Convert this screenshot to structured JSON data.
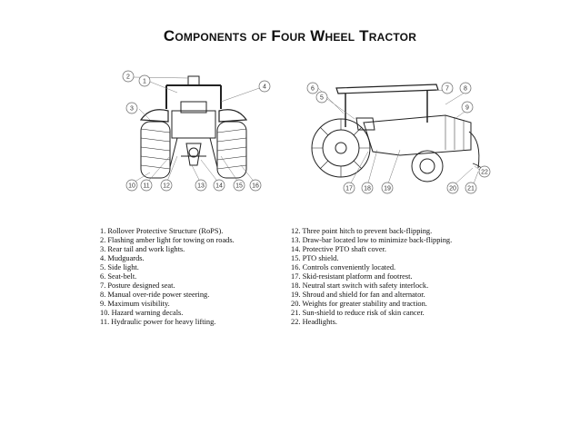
{
  "title": "Components of Four Wheel Tractor",
  "rear_view_callouts": [
    "2",
    "1",
    "4",
    "3",
    "10",
    "11",
    "12",
    "13",
    "14",
    "15",
    "16"
  ],
  "side_view_callouts": [
    "6",
    "5",
    "7",
    "8",
    "9",
    "22",
    "17",
    "18",
    "19",
    "20",
    "21"
  ],
  "components_left": [
    "1. Rollover Protective Structure (RoPS).",
    "2. Flashing amber light for towing on roads.",
    "3. Rear tail and work lights.",
    "4. Mudguards.",
    "5. Side light.",
    "6. Seat-belt.",
    "7. Posture designed seat.",
    "8. Manual over-ride power steering.",
    "9. Maximum visibility.",
    "10. Hazard warning decals.",
    "11. Hydraulic power for heavy lifting."
  ],
  "components_right": [
    "12. Three point hitch to prevent back-flipping.",
    "13. Draw-bar located low to minimize back-flipping.",
    "14. Protective PTO shaft cover.",
    "15. PTO shield.",
    "16. Controls conveniently located.",
    "17. Skid-resistant platform and footrest.",
    "18. Neutral start switch with safety interlock.",
    "19. Shroud and shield for fan and alternator.",
    "20. Weights for greater stability and traction.",
    "21. Sun-shield to reduce risk of skin cancer.",
    "22. Headlights."
  ]
}
